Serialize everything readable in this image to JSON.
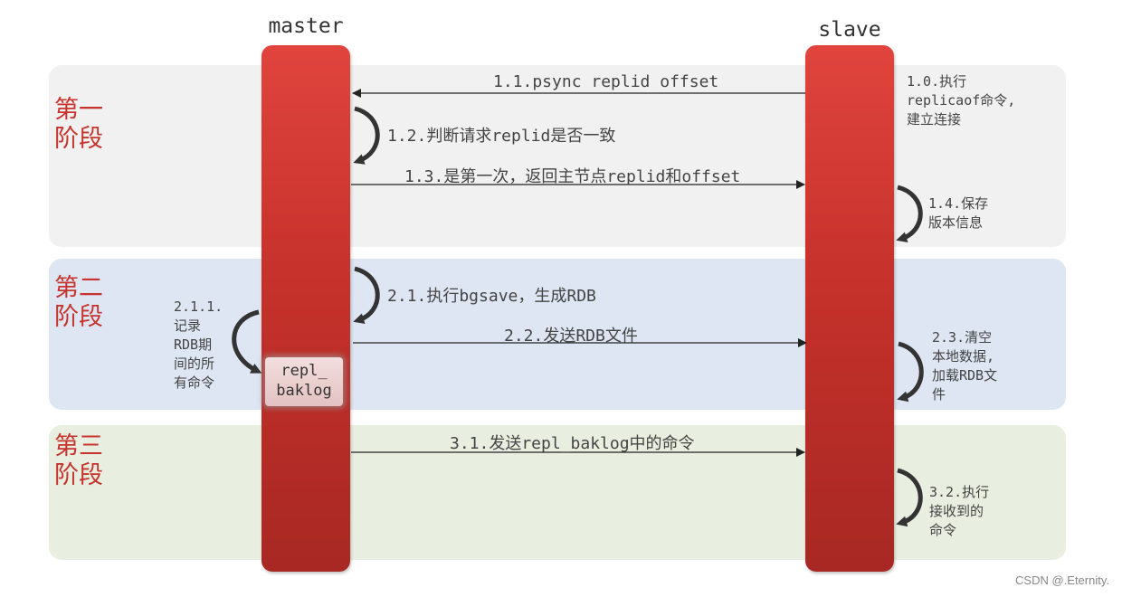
{
  "columns": {
    "master": "master",
    "slave": "slave"
  },
  "stages": [
    {
      "label": "第一阶段"
    },
    {
      "label": "第二阶段"
    },
    {
      "label": "第三阶段"
    }
  ],
  "messages": {
    "m1_0": "1.0.执行\nreplicaof命令,\n建立连接",
    "m1_1": "1.1.psync replid offset",
    "m1_2": "1.2.判断请求replid是否一致",
    "m1_3": "1.3.是第一次，返回主节点replid和offset",
    "m1_4": "1.4.保存\n版本信息",
    "m2_1": "2.1.执行bgsave，生成RDB",
    "m2_1_1": "2.1.1.\n记录\nRDB期\n间的所\n有命令",
    "m2_2": "2.2.发送RDB文件",
    "m2_3": "2.3.清空\n本地数据,\n加载RDB文\n件",
    "m3_1": "3.1.发送repl_baklog中的命令",
    "m3_2": "3.2.执行\n接收到的\n命令"
  },
  "repl_box": "repl_\nbaklog",
  "watermark": "CSDN @.Eternity.",
  "colors": {
    "accent": "#c7342d",
    "bar": "#c6312b",
    "band1": "#f1f1f1",
    "band2": "#dde6f2",
    "band3": "#e9efe0"
  }
}
